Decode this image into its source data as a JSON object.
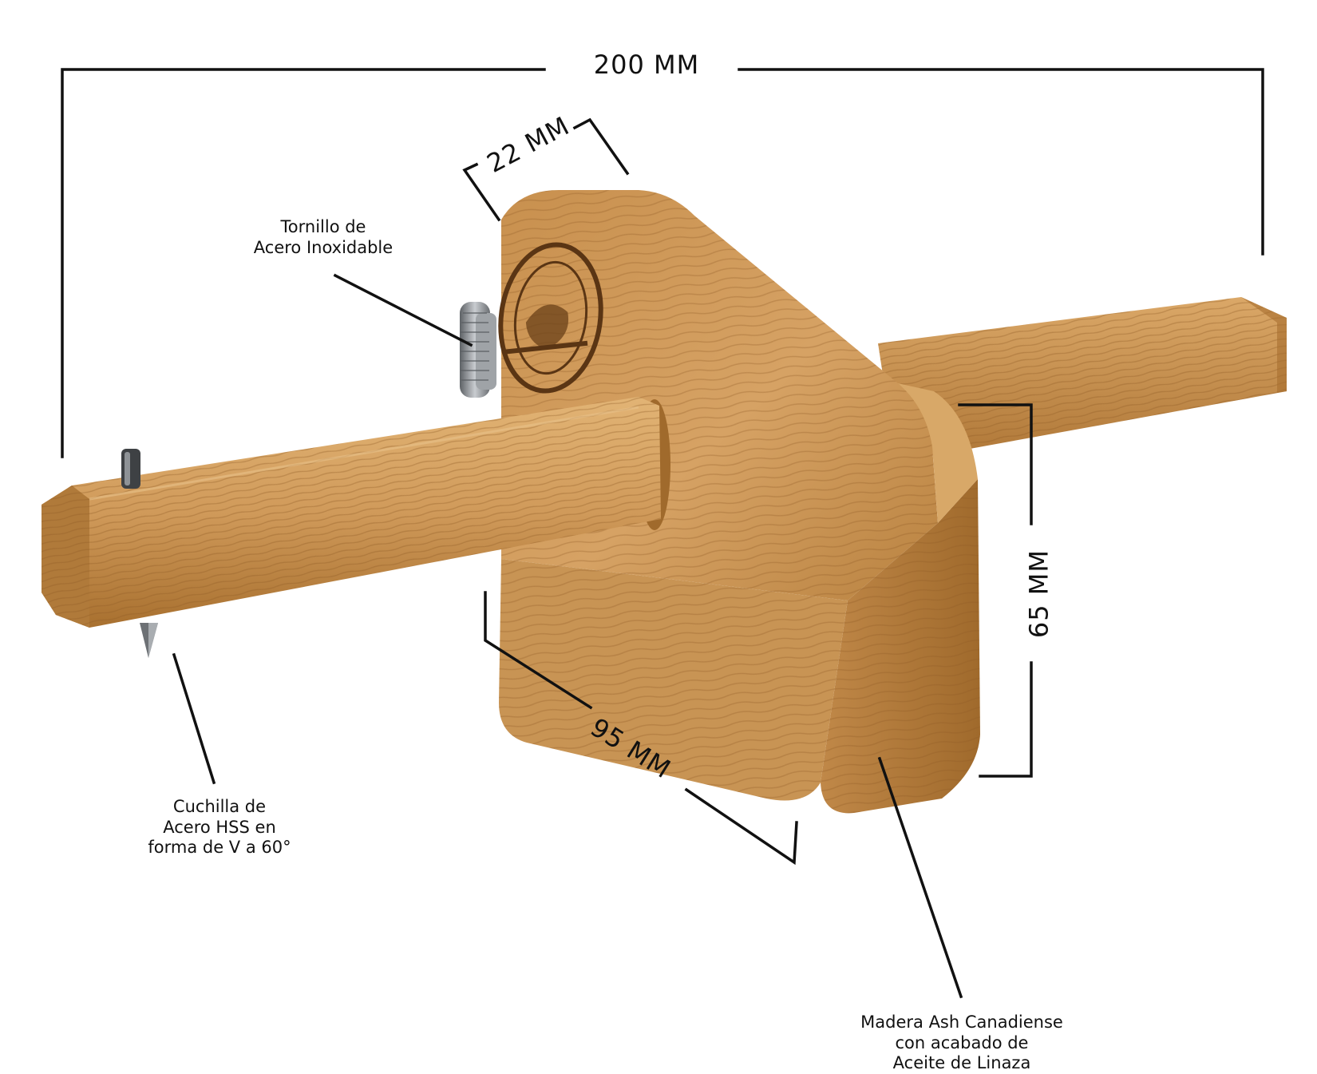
{
  "photo": {
    "subject": "wooden marking gauge",
    "colors": {
      "wood_light": "#d9a766",
      "wood_mid": "#c48a4a",
      "wood_dark": "#8f5a25",
      "steel": "#8e9296",
      "line": "#111111"
    }
  },
  "dimensions": {
    "length": "200 MM",
    "thickness": "22 MM",
    "width": "95 MM",
    "height": "65 MM"
  },
  "callouts": {
    "screw": [
      "Tornillo de",
      "Acero Inoxidable"
    ],
    "blade": [
      "Cuchilla de",
      "Acero HSS en",
      "forma de V a 60°"
    ],
    "wood": [
      "Madera Ash Canadiense",
      "con acabado de",
      "Aceite de Linaza"
    ]
  }
}
